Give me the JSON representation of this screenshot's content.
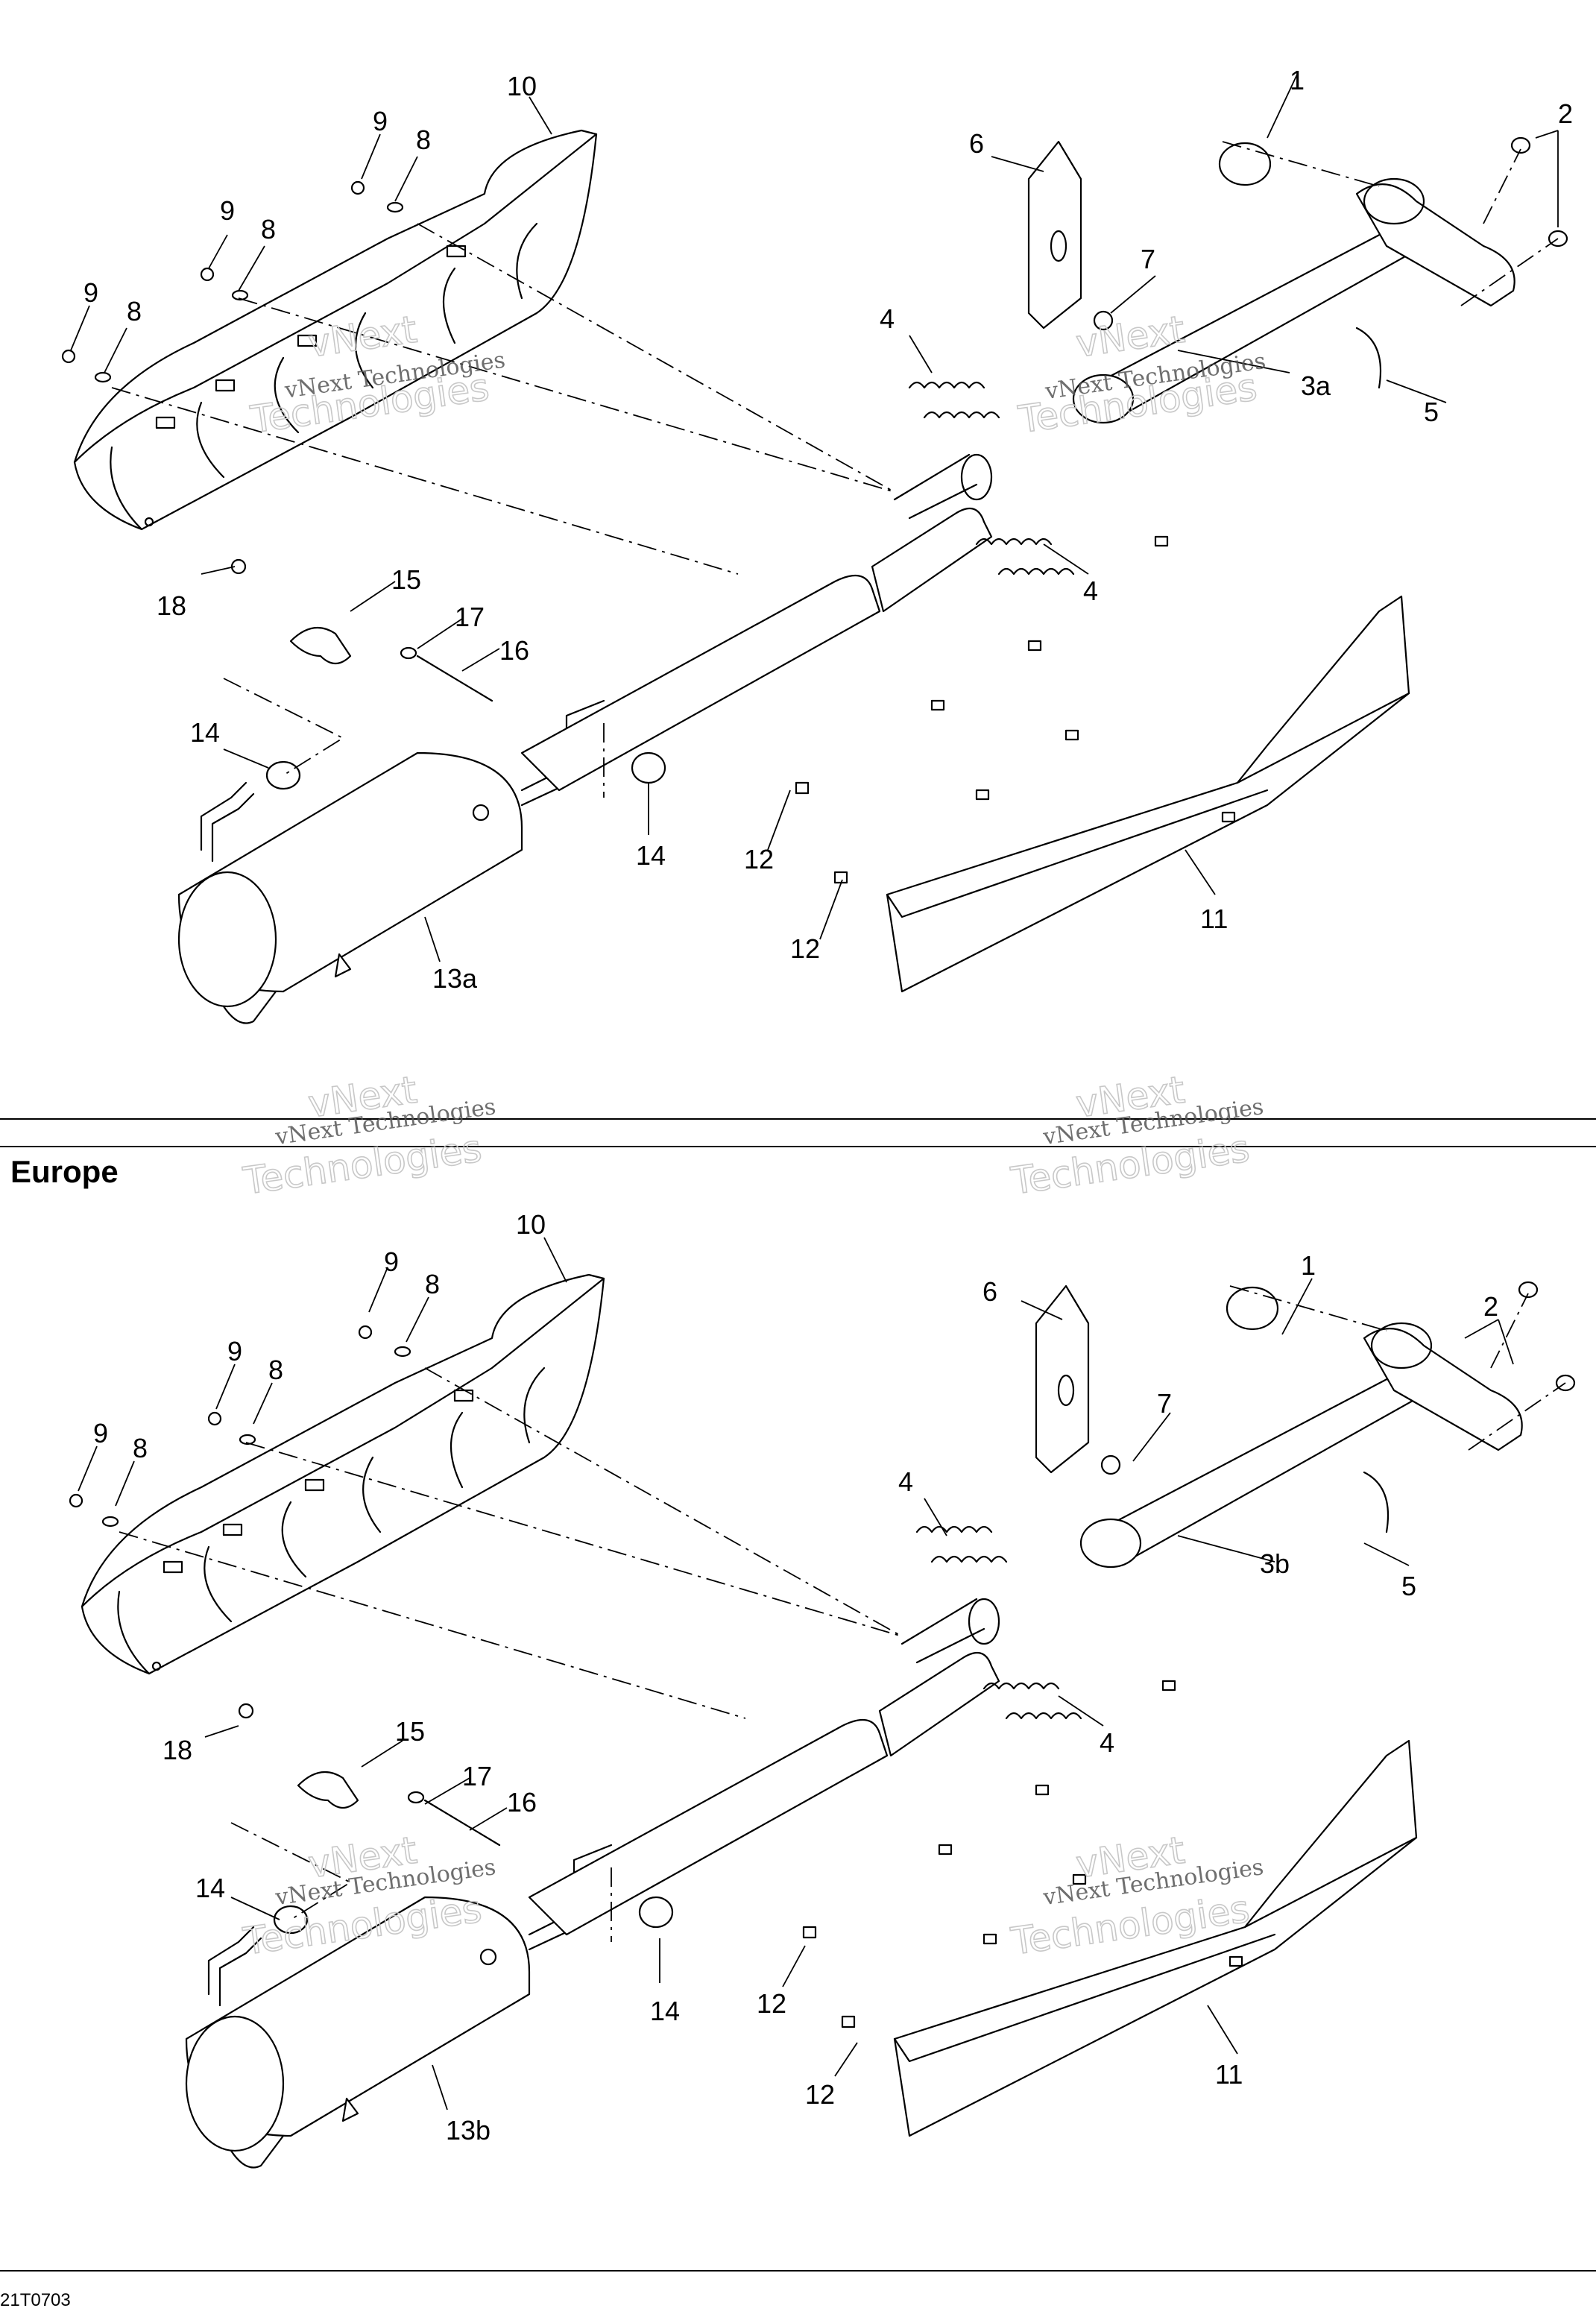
{
  "sections": [
    {
      "title": "",
      "callouts": {
        "c1": "1",
        "c2": "2",
        "c3": "3a",
        "c4a": "4",
        "c4b": "4",
        "c5": "5",
        "c6": "6",
        "c7": "7",
        "c8a": "8",
        "c8b": "8",
        "c8c": "8",
        "c9a": "9",
        "c9b": "9",
        "c9c": "9",
        "c10": "10",
        "c11": "11",
        "c12a": "12",
        "c12b": "12",
        "c13": "13a",
        "c14a": "14",
        "c14b": "14",
        "c15": "15",
        "c16": "16",
        "c17": "17",
        "c18": "18"
      }
    },
    {
      "title": "Europe",
      "callouts": {
        "c1": "1",
        "c2": "2",
        "c3": "3b",
        "c4a": "4",
        "c4b": "4",
        "c5": "5",
        "c6": "6",
        "c7": "7",
        "c8a": "8",
        "c8b": "8",
        "c8c": "8",
        "c9a": "9",
        "c9b": "9",
        "c9c": "9",
        "c10": "10",
        "c11": "11",
        "c12a": "12",
        "c12b": "12",
        "c13": "13b",
        "c14a": "14",
        "c14b": "14",
        "c15": "15",
        "c16": "16",
        "c17": "17",
        "c18": "18"
      }
    }
  ],
  "watermark": {
    "line1": "vNext Technologies",
    "line2": "vNext",
    "line3": "Technologies"
  },
  "footer": {
    "code": "21T0703"
  }
}
